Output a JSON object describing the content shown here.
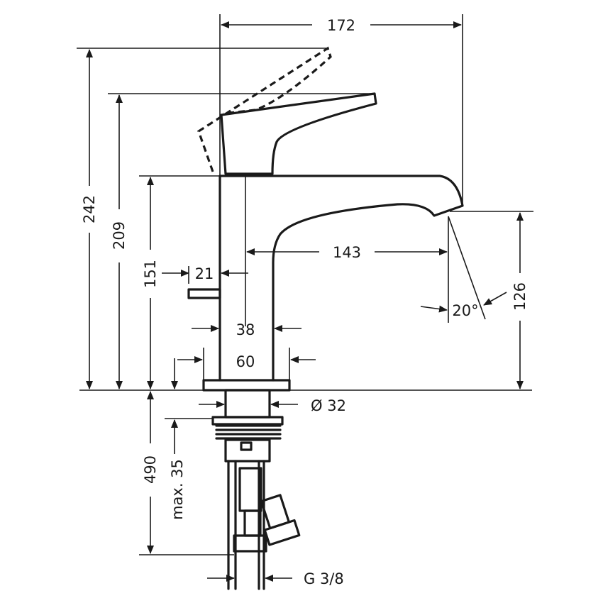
{
  "dimensions": {
    "width_total": "172",
    "height_lever_raised": "242",
    "height_lever": "209",
    "height_spout": "151",
    "spout_reach": "143",
    "outlet_height": "126",
    "lever_offset": "21",
    "body_diameter": "38",
    "base_diameter": "60",
    "hole_diameter": "Ø 32",
    "hose_length": "490",
    "max_thickness": "max. 35",
    "connection": "G 3/8",
    "spray_angle": "20°"
  }
}
